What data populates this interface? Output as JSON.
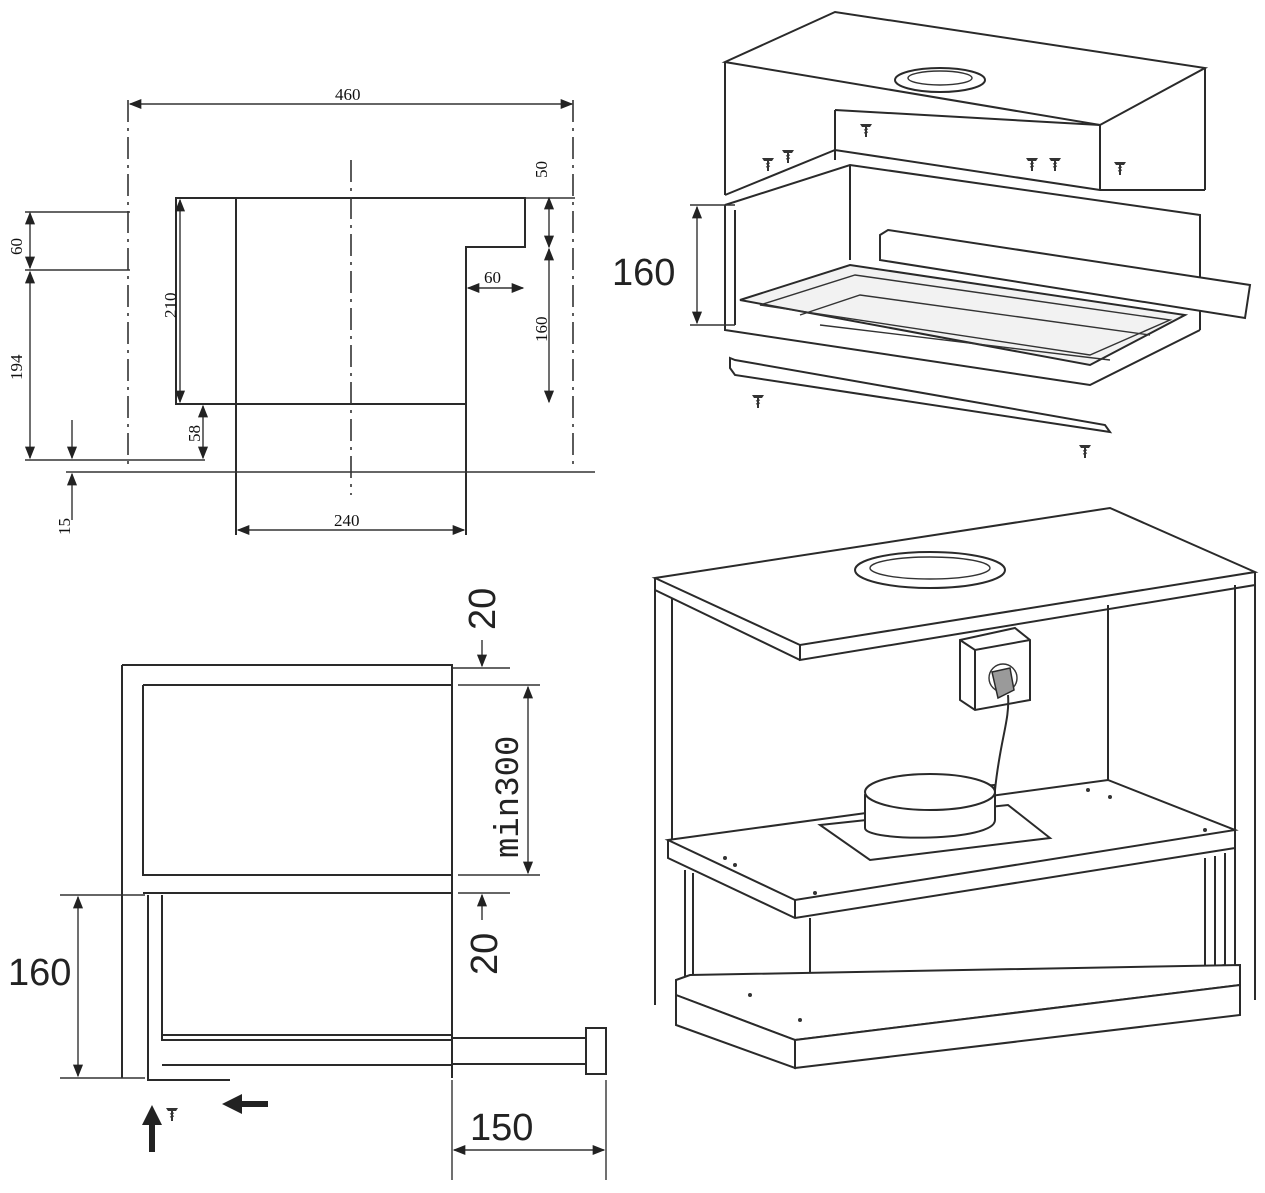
{
  "top_left_drawing": {
    "dims": {
      "width_460": "460",
      "top_50": "50",
      "left_60": "60",
      "inner_210": "210",
      "notch_60": "60",
      "right_160": "160",
      "left_194": "194",
      "bottom_58": "58",
      "bottom_15": "15",
      "base_240": "240"
    }
  },
  "top_right_drawing": {
    "dims": {
      "height_160": "160"
    }
  },
  "bottom_left_drawing": {
    "dims": {
      "top_gap_20": "20",
      "cabinet_min300": "min300",
      "gap_20": "20",
      "height_160": "160",
      "extension_150": "150"
    }
  },
  "icons": [
    "screw-icon",
    "arrow-up-icon",
    "arrow-left-icon",
    "power-socket-icon",
    "plug-icon"
  ]
}
